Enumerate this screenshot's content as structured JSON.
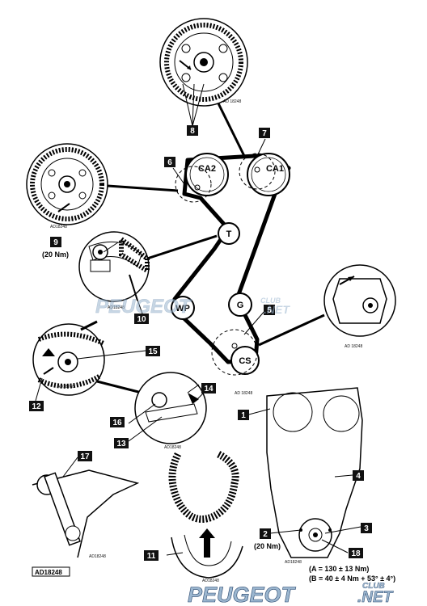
{
  "pulleys": {
    "ca2": "CA2",
    "ca1": "CA1",
    "t": "T",
    "wp": "WP",
    "g": "G",
    "cs": "CS"
  },
  "callouts": {
    "c1": "1",
    "c2": "2",
    "c3": "3",
    "c4": "4",
    "c5": "5",
    "c6": "6",
    "c7": "7",
    "c8": "8",
    "c9": "9",
    "c10": "10",
    "c11": "11",
    "c12": "12",
    "c13": "13",
    "c14": "14",
    "c15": "15",
    "c16": "16",
    "c17": "17",
    "c18": "18"
  },
  "torques": {
    "t9": "(20 Nm)",
    "t2": "(20 Nm)"
  },
  "specs": {
    "a": "(A = 130 ± 13 Nm)",
    "b": "(B = 40 ± 4 Nm + 53° ± 4°)"
  },
  "ref_codes": {
    "r1": "AD18248",
    "r2": "AD 18248",
    "r3": "AD18248",
    "r4": "AD 18248",
    "r5": "AD 18248",
    "r6": "AD18248",
    "r7": "AD18248",
    "r8": "AD18248",
    "r9": "AD18248",
    "r10": "AD18248",
    "main": "AD18248"
  },
  "watermarks": {
    "brand": "PEUGEOT",
    "club": "CLUB",
    "net": ".NET"
  },
  "colors": {
    "ink": "#000000",
    "watermark": "#9bb6cf",
    "watermark_dark": "#26446b"
  }
}
